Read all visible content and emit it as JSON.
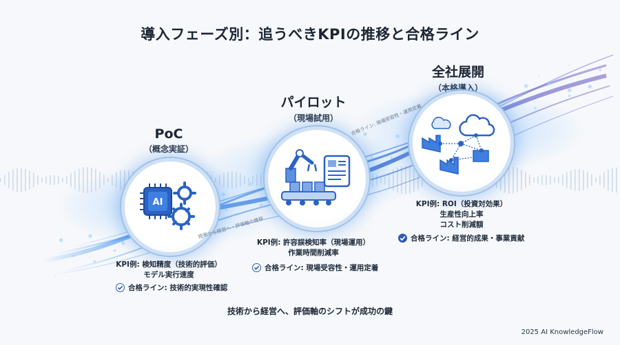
{
  "title": "導入フェーズ別：追うべきKPIの推移と合格ライン",
  "stages": [
    {
      "name": "PoC",
      "subtitle": "（概念実証）",
      "kpi_lines": [
        "KPI例: 検知精度（技術的評価）",
        "モデル実行速度"
      ],
      "pass_line": "合格ライン: 技術的実現性確認",
      "icon": "ai-chip-gears-icon"
    },
    {
      "name": "パイロット",
      "subtitle": "（現場試用）",
      "kpi_lines": [
        "KPI例: 許容誤検知率（現場運用）",
        "作業時間削減率"
      ],
      "pass_line": "合格ライン: 現場受容性・運用定着",
      "icon": "robot-arm-conveyor-icon"
    },
    {
      "name": "全社展開",
      "subtitle": "（本格導入）",
      "kpi_lines": [
        "KPI例: ROI（投資対効果）",
        "生産性向上率",
        "コスト削減額"
      ],
      "pass_line": "合格ライン: 経営的成果・事業貢献",
      "icon": "cloud-factory-network-icon"
    }
  ],
  "curve_labels": [
    "技術から経営へ・評価軸の推移",
    "合格ライン: 現場受容性・運用定着"
  ],
  "tagline": "技術から経営へ、評価軸のシフトが成功の鍵",
  "credit": "2025 AI KnowledgeFlow",
  "colors": {
    "accent": "#2f6fd6",
    "ring": "#9cc1ea",
    "text": "#1c2533",
    "glow": "#5aa0f0"
  }
}
